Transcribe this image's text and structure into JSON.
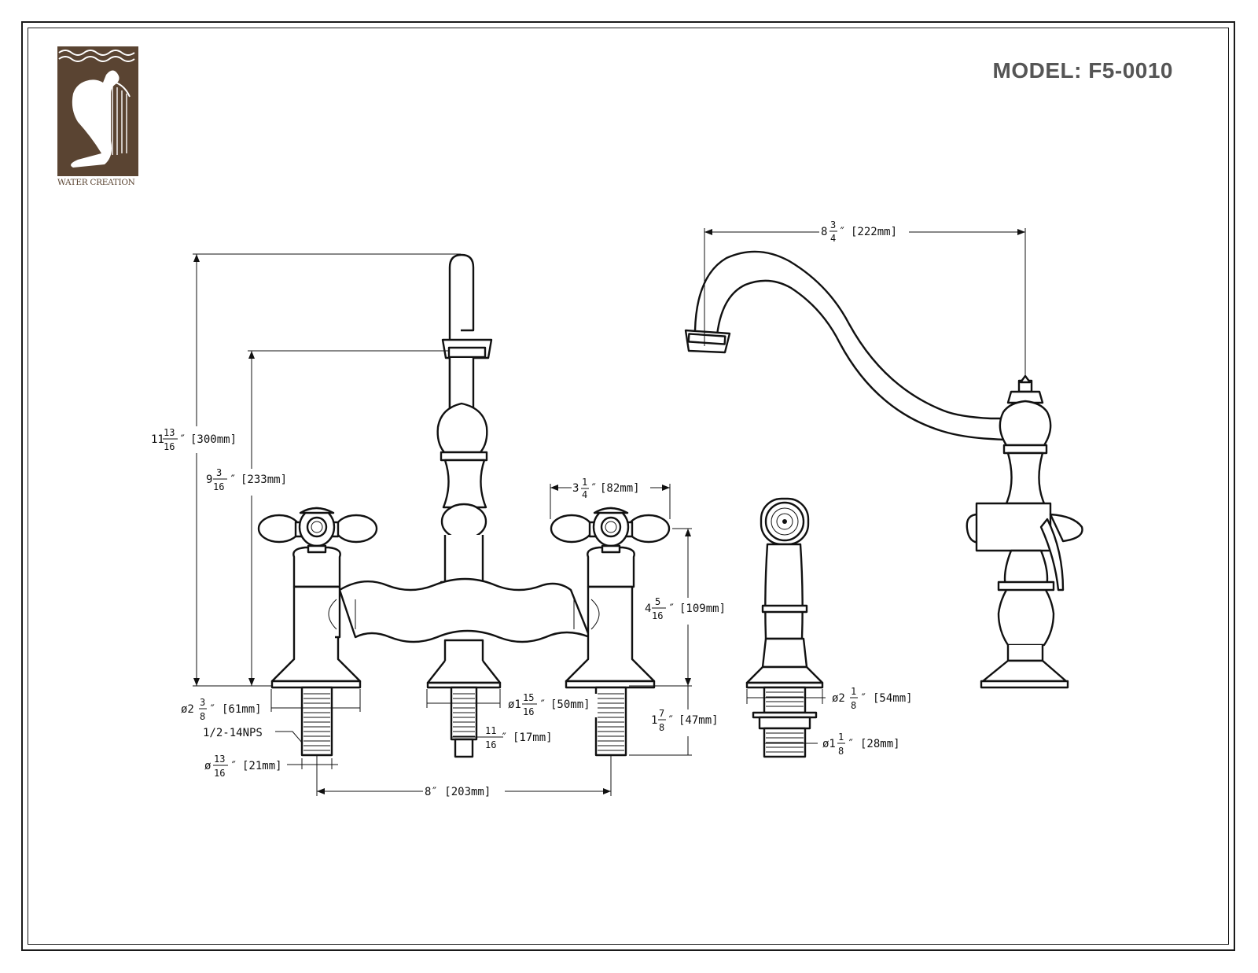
{
  "brand": {
    "caption": "WATER CREATION"
  },
  "model": {
    "label": "MODEL: F5-0010"
  },
  "colors": {
    "logo": "#5a4432",
    "line": "#111111",
    "model_text": "#555555"
  },
  "dimensions": {
    "overall_height": {
      "whole": "11",
      "num": "13",
      "den": "16",
      "unit": "″",
      "metric": "[300mm]"
    },
    "spout_height": {
      "whole": "9",
      "num": "3",
      "den": "16",
      "unit": "″",
      "metric": "[233mm]"
    },
    "handle_span": {
      "whole": "3",
      "num": "1",
      "den": "4",
      "unit": "″",
      "metric": "[82mm]"
    },
    "base_height": {
      "whole": "4",
      "num": "5",
      "den": "16",
      "unit": "″",
      "metric": "[109mm]"
    },
    "flange_dia": {
      "prefix": "ø2",
      "num": "3",
      "den": "8",
      "unit": "″",
      "metric": "[61mm]"
    },
    "thread": {
      "label": "1/2-14NPS"
    },
    "shank_dia": {
      "prefix": "ø",
      "num": "13",
      "den": "16",
      "unit": "″",
      "metric": "[21mm]"
    },
    "center_flange_dia": {
      "prefix": "ø1",
      "num": "15",
      "den": "16",
      "unit": "″",
      "metric": "[50mm]"
    },
    "center_shank_dia": {
      "whole": "",
      "num": "11",
      "den": "16",
      "unit": "″",
      "metric": "[17mm]"
    },
    "shank_length": {
      "whole": "1",
      "num": "7",
      "den": "8",
      "unit": "″",
      "metric": "[47mm]"
    },
    "spread": {
      "label": "8″ [203mm]"
    },
    "spout_reach": {
      "whole": "8",
      "num": "3",
      "den": "4",
      "unit": "″",
      "metric": "[222mm]"
    },
    "spray_flange_dia": {
      "prefix": "ø2",
      "num": "1",
      "den": "8",
      "unit": "″",
      "metric": "[54mm]"
    },
    "spray_shank_dia": {
      "prefix": "ø1",
      "num": "1",
      "den": "8",
      "unit": "″",
      "metric": "[28mm]"
    }
  }
}
